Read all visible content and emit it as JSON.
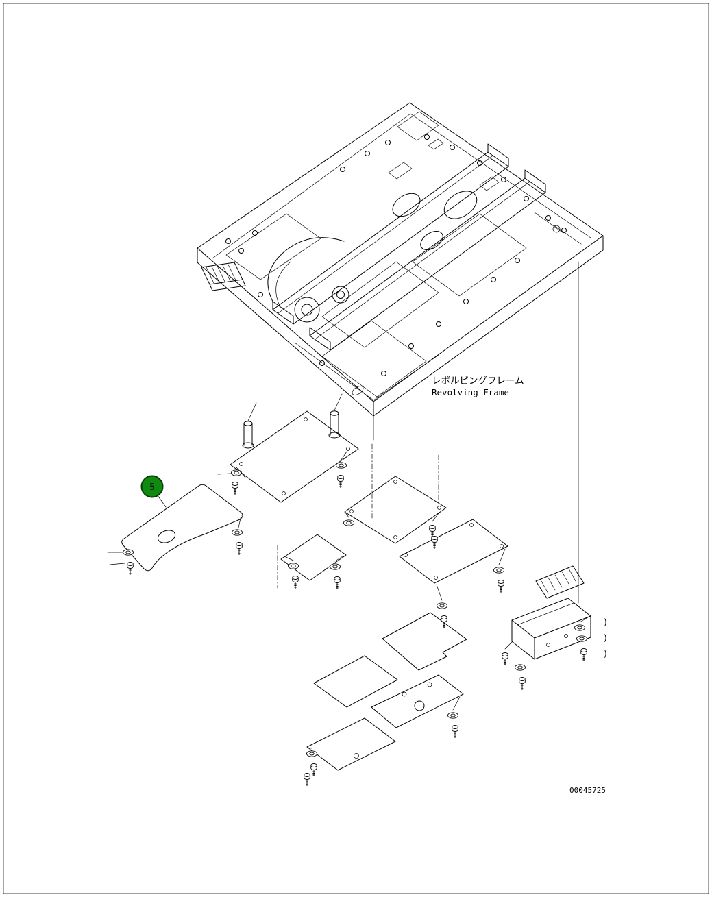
{
  "document": {
    "type": "exploded-parts-diagram",
    "background": "#ffffff",
    "line_color": "#000000"
  },
  "labels": {
    "frame_label_jp": "レボルビングフレーム",
    "frame_label_en": "Revolving Frame",
    "drawing_number": "00045725"
  },
  "callout": {
    "number": "5",
    "fill": "#128a12",
    "ring_color": "#063f06",
    "number_color": "#04230a"
  },
  "annotations": {
    "paren_marks": [
      ")",
      ")",
      ")"
    ]
  }
}
